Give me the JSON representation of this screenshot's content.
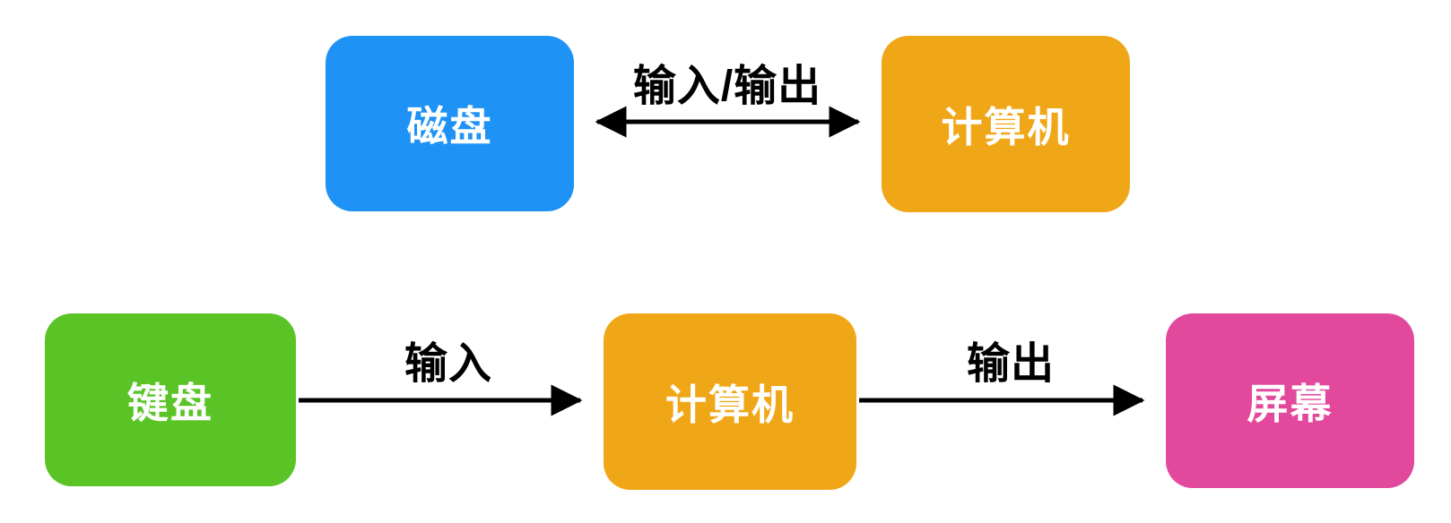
{
  "diagram": {
    "title": "input-output-flow",
    "background_color": "#ffffff",
    "arrow_color": "#000000",
    "node_text_color": "#ffffff",
    "edge_label_color": "#000000",
    "nodes": [
      {
        "id": "disk",
        "label": "磁盘",
        "color": "#1E93F5",
        "row": "top"
      },
      {
        "id": "computer-top",
        "label": "计算机",
        "color": "#F0A717",
        "row": "top"
      },
      {
        "id": "keyboard",
        "label": "键盘",
        "color": "#5AC427",
        "row": "bottom"
      },
      {
        "id": "computer-bottom",
        "label": "计算机",
        "color": "#F0A717",
        "row": "bottom"
      },
      {
        "id": "screen",
        "label": "屏幕",
        "color": "#E2499C",
        "row": "bottom"
      }
    ],
    "edges": [
      {
        "id": "disk-computer",
        "label": "输入/输出",
        "from": "disk",
        "to": "computer-top",
        "direction": "bidirectional"
      },
      {
        "id": "keyboard-computer",
        "label": "输入",
        "from": "keyboard",
        "to": "computer-bottom",
        "direction": "forward"
      },
      {
        "id": "computer-screen",
        "label": "输出",
        "from": "computer-bottom",
        "to": "screen",
        "direction": "forward"
      }
    ]
  }
}
